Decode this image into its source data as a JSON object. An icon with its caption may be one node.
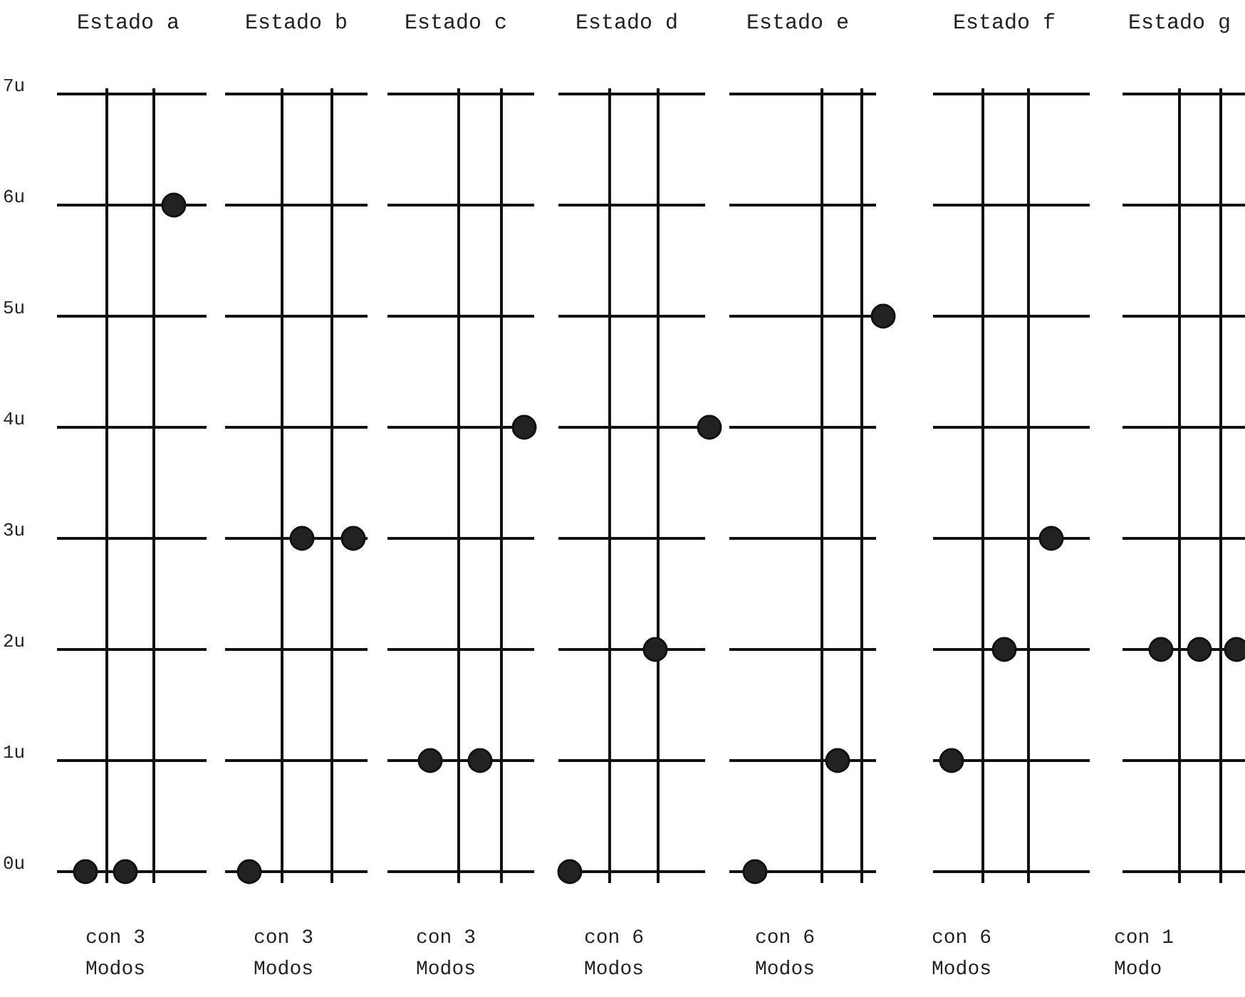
{
  "diagram": {
    "labels": [
      "Estado a",
      "Estado b",
      "Estado c",
      "Estado d",
      "Estado e",
      "Estado f",
      "Estado g",
      "7u",
      "6u",
      "5u",
      "4u",
      "3u",
      "2u",
      "1u",
      "0u",
      "con 3 Modos",
      "con 3 Modos",
      "con 3 Modos",
      "con 6 Modos",
      "con 6 Modos",
      "con 6 Modos",
      "con 1 Modo"
    ]
  }
}
